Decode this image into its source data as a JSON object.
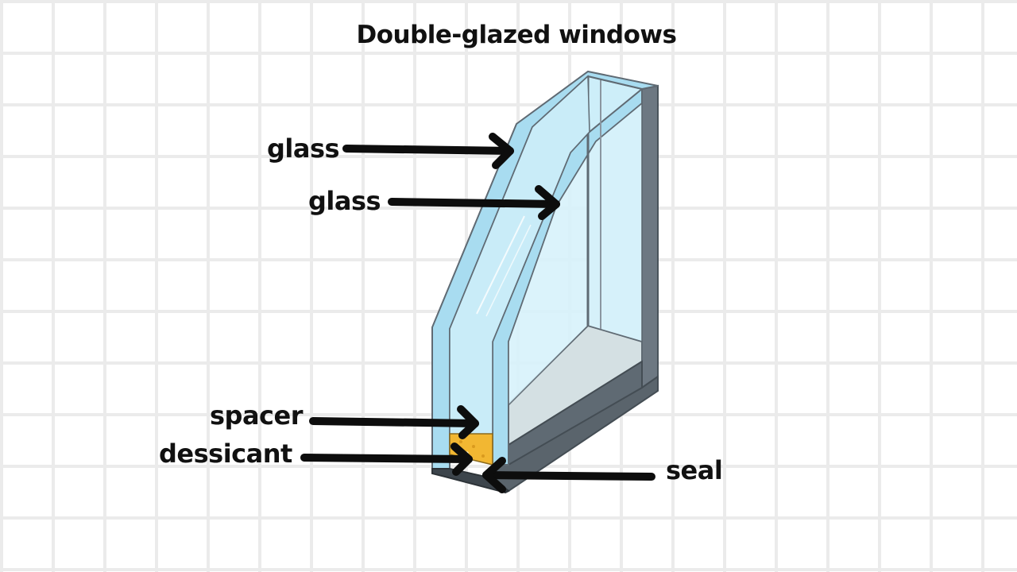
{
  "title": "Double-glazed windows",
  "labels": {
    "glass_outer": "glass",
    "glass_inner": "glass",
    "spacer": "spacer",
    "desiccant": "dessicant",
    "seal": "seal"
  },
  "colors": {
    "glass_light": "#d6f0fa",
    "glass_mid": "#b9e3f4",
    "glass_edge": "#a2d8ee",
    "frame_dark": "#5f6a73",
    "frame_mid": "#78848e",
    "frame_light": "#cfdde2",
    "desiccant": "#f2b732",
    "arrow": "#0d0d0d",
    "grid": "#ebebeb"
  }
}
